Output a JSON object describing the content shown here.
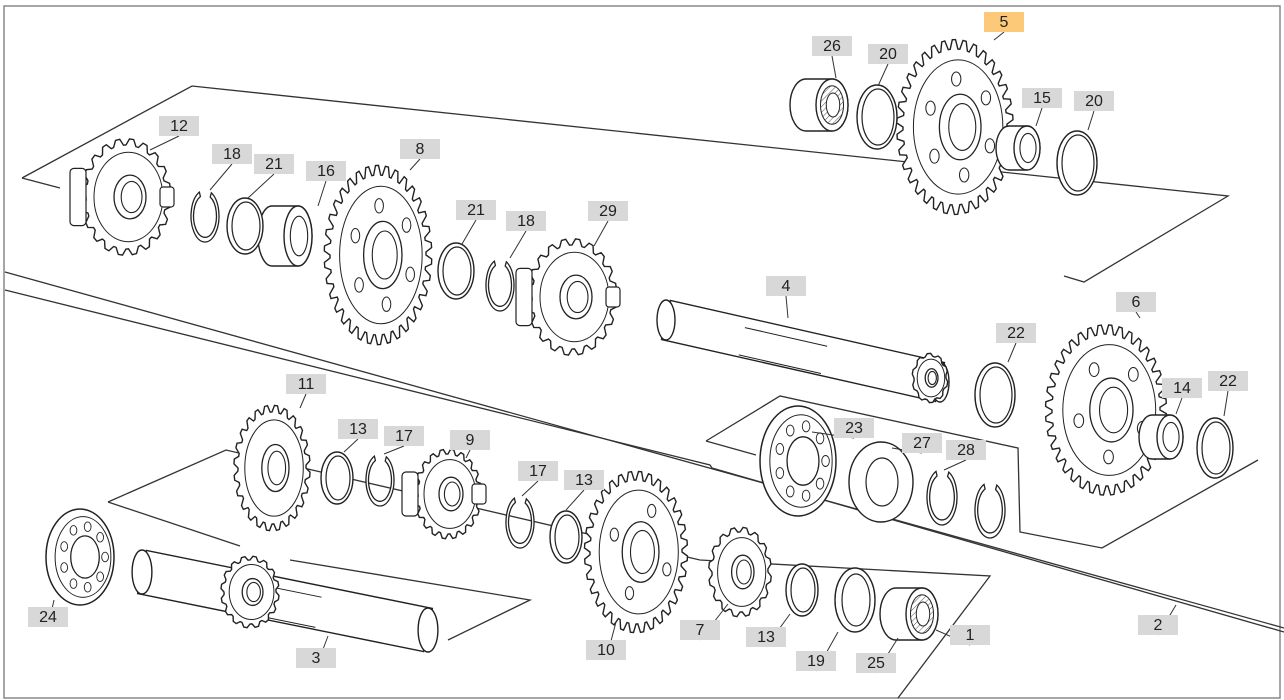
{
  "colors": {
    "tag_fill": "#d8d8d8",
    "highlight_fill": "#fcc979",
    "line": "#333333"
  },
  "labels": {
    "p1": "1",
    "p2": "2",
    "p3": "3",
    "p4": "4",
    "p5": "5",
    "p6": "6",
    "p7": "7",
    "p8": "8",
    "p9": "9",
    "p10": "10",
    "p11": "11",
    "p12": "12",
    "p13a": "13",
    "p13b": "13",
    "p13c": "13",
    "p14": "14",
    "p15": "15",
    "p16": "16",
    "p17a": "17",
    "p17b": "17",
    "p18a": "18",
    "p18b": "18",
    "p19": "19",
    "p20a": "20",
    "p20b": "20",
    "p21a": "21",
    "p21b": "21",
    "p22a": "22",
    "p22b": "22",
    "p23": "23",
    "p24": "24",
    "p25": "25",
    "p26": "26",
    "p27": "27",
    "p28": "28",
    "p29": "29"
  },
  "highlighted": "p5"
}
